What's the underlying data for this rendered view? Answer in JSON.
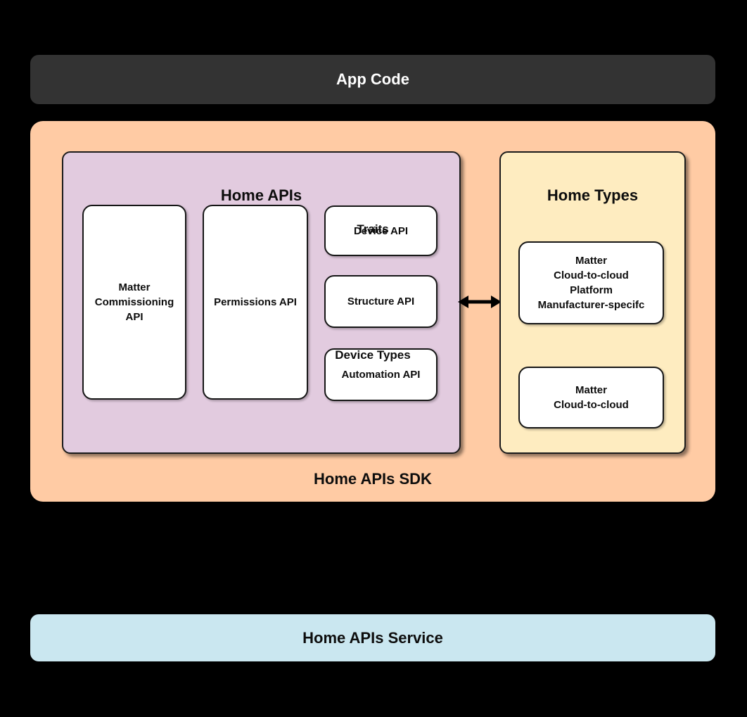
{
  "colors": {
    "background": "#000000",
    "app_code_bar": "#333333",
    "sdk_container": "#ffcba4",
    "home_apis_panel": "#e2cbdf",
    "home_types_panel": "#feecc0",
    "service_bar": "#cae7f0",
    "card": "#ffffff",
    "text_dark": "#0d0d0d",
    "text_light": "#ffffff"
  },
  "app_code": {
    "label": "App Code"
  },
  "sdk": {
    "label": "Home APIs SDK",
    "home_apis": {
      "title": "Home APIs",
      "cards": {
        "matter_commissioning": "Matter\nCommissioning\nAPI",
        "permissions": "Permissions API",
        "device": "Device API",
        "structure": "Structure API",
        "automation": "Automation API"
      }
    },
    "arrow_icon": "bidirectional-arrow",
    "home_types": {
      "title": "Home Types",
      "traits_heading": "Traits",
      "traits_card": "Matter\nCloud-to-cloud\nPlatform\nManufacturer-specifc",
      "device_types_heading": "Device Types",
      "device_types_card": "Matter\nCloud-to-cloud"
    }
  },
  "service": {
    "label": "Home APIs Service"
  }
}
